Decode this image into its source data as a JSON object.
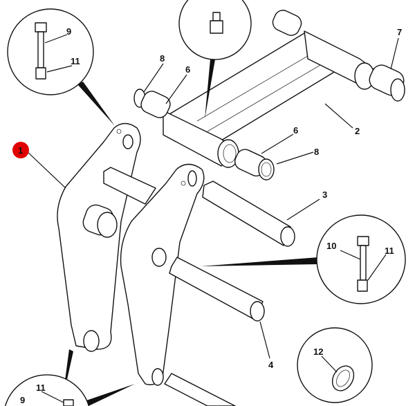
{
  "diagram": {
    "callout_badge": {
      "label": "1",
      "color": "#e00000"
    },
    "labels": {
      "tl_bolt": "9",
      "tl_nut": "11",
      "bushing_left_seal": "8",
      "bushing_left": "6",
      "bushing_right_end": "7",
      "cross_beam": "2",
      "bushing_front": "6",
      "bushing_front_seal": "8",
      "pin_upper": "3",
      "mid_bolt": "10",
      "mid_nut": "11",
      "pin_lower": "4",
      "washer": "12",
      "bl_nut": "11",
      "bl_bolt": "9"
    }
  }
}
